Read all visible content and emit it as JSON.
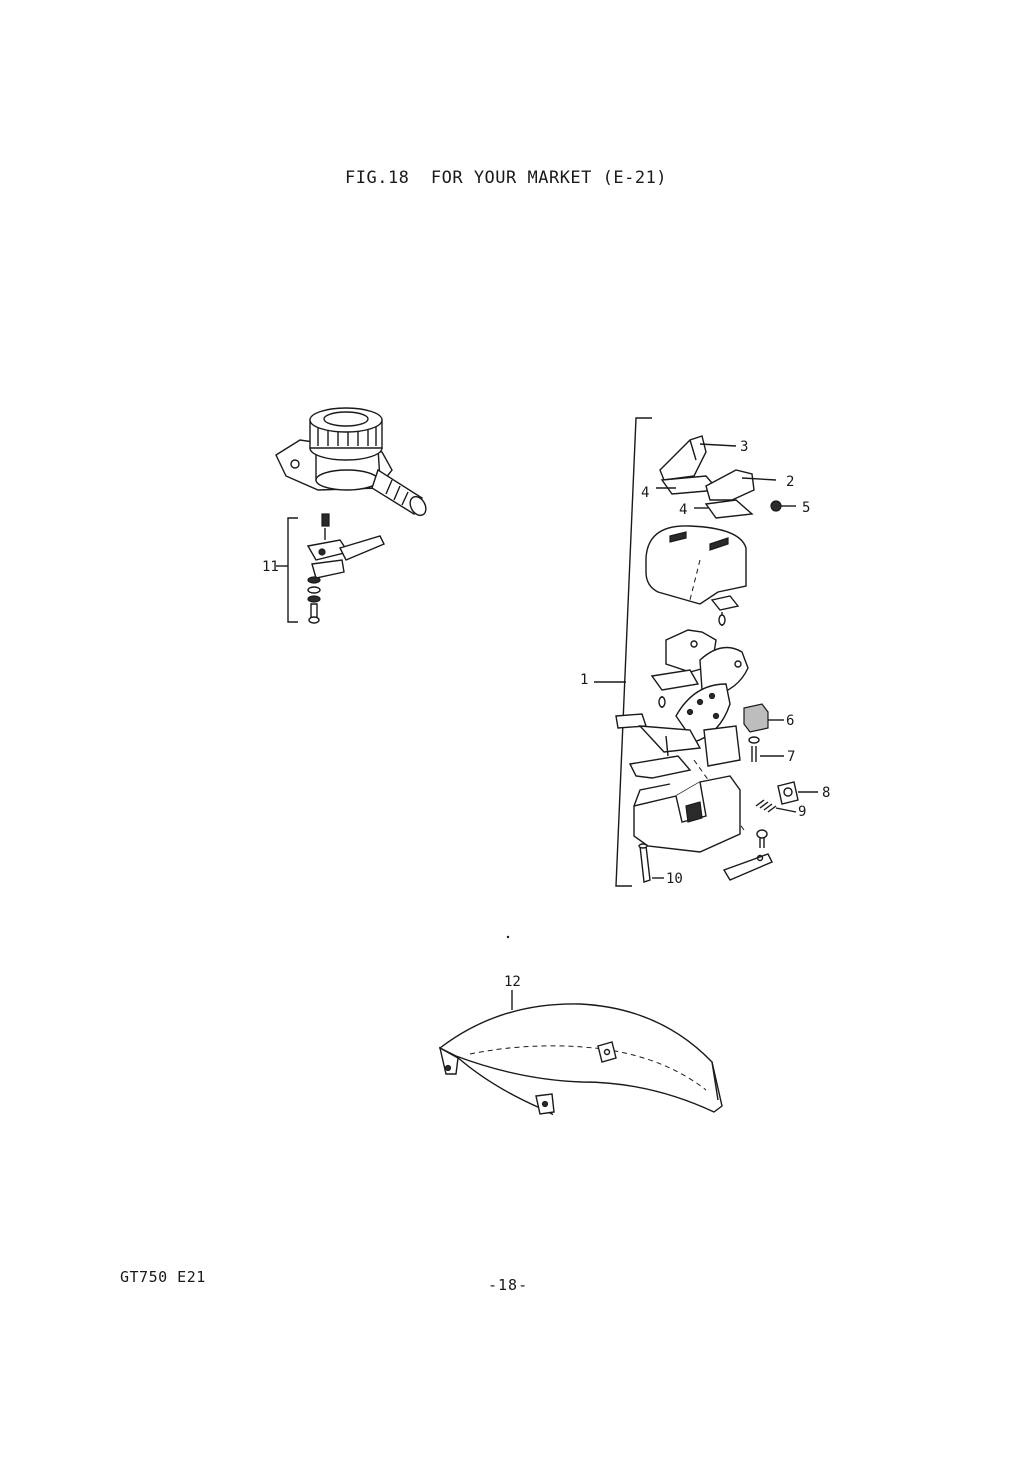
{
  "figure": {
    "title": "FIG.18  FOR YOUR MARKET (E-21)"
  },
  "callouts": {
    "c1": "1",
    "c2": "2",
    "c3": "3",
    "c4a": "4",
    "c4b": "4",
    "c5": "5",
    "c6": "6",
    "c7": "7",
    "c8": "8",
    "c9": "9",
    "c10": "10",
    "c11": "11",
    "c12": "12"
  },
  "footer": {
    "model": "GT750 E21",
    "page": "-18-"
  }
}
